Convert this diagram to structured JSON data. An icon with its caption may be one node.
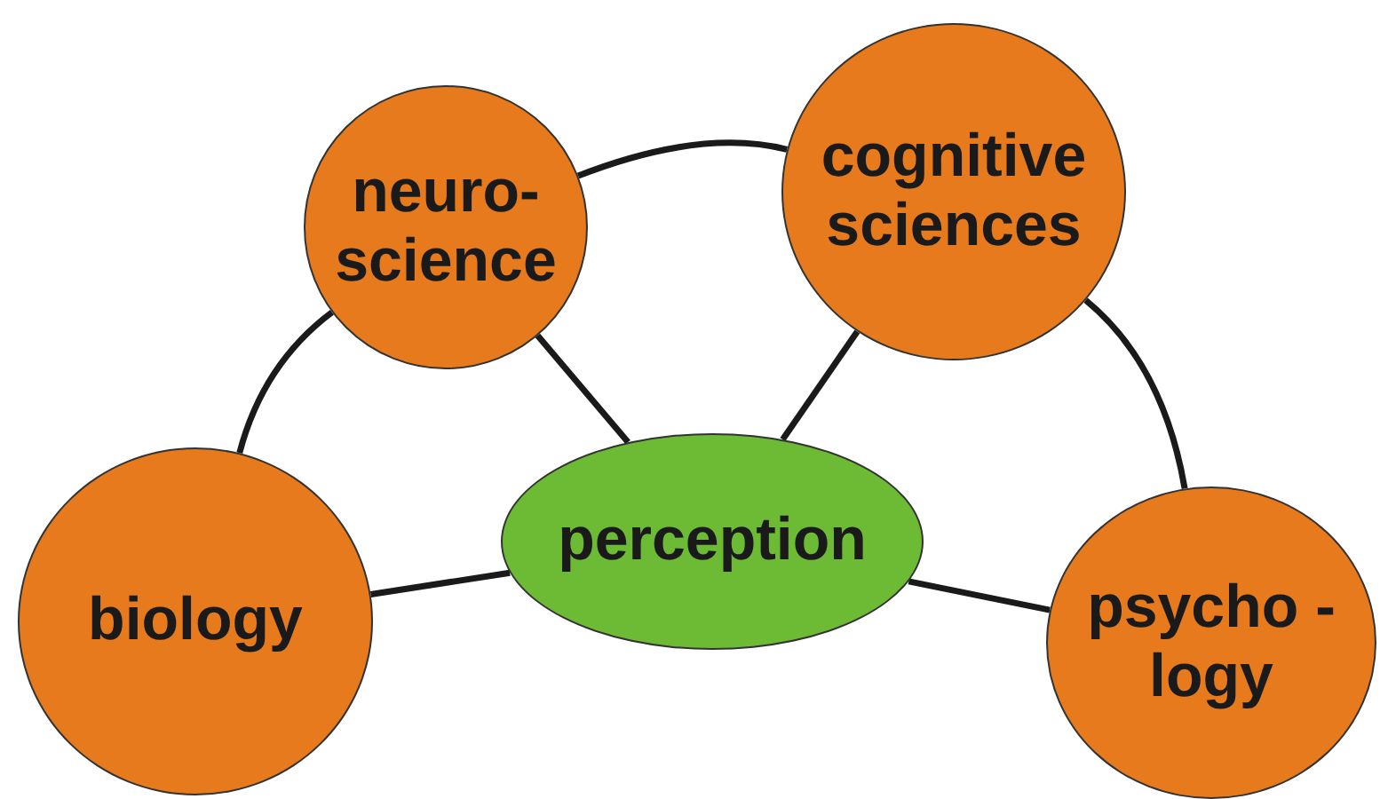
{
  "diagram": {
    "nodes": [
      {
        "text": [
          "neuro- science"
        ]
      },
      {
        "text": [
          "cognitive sciences"
        ]
      },
      {
        "text": [
          "biology"
        ]
      },
      {
        "text": [
          "perception"
        ]
      },
      {
        "text": [
          "psycho -logy"
        ]
      }
    ],
    "edges": [
      {
        "from": 0,
        "to": 1,
        "arrow": "none"
      },
      {
        "from": 0,
        "to": 2,
        "arrow": "none"
      },
      {
        "from": 1,
        "to": 4,
        "arrow": "none"
      },
      {
        "from": 0,
        "to": 3,
        "arrow": "none"
      },
      {
        "from": 1,
        "to": 3,
        "arrow": "none"
      },
      {
        "from": 2,
        "to": 3,
        "arrow": "none"
      },
      {
        "from": 3,
        "to": 4,
        "arrow": "none"
      }
    ]
  }
}
